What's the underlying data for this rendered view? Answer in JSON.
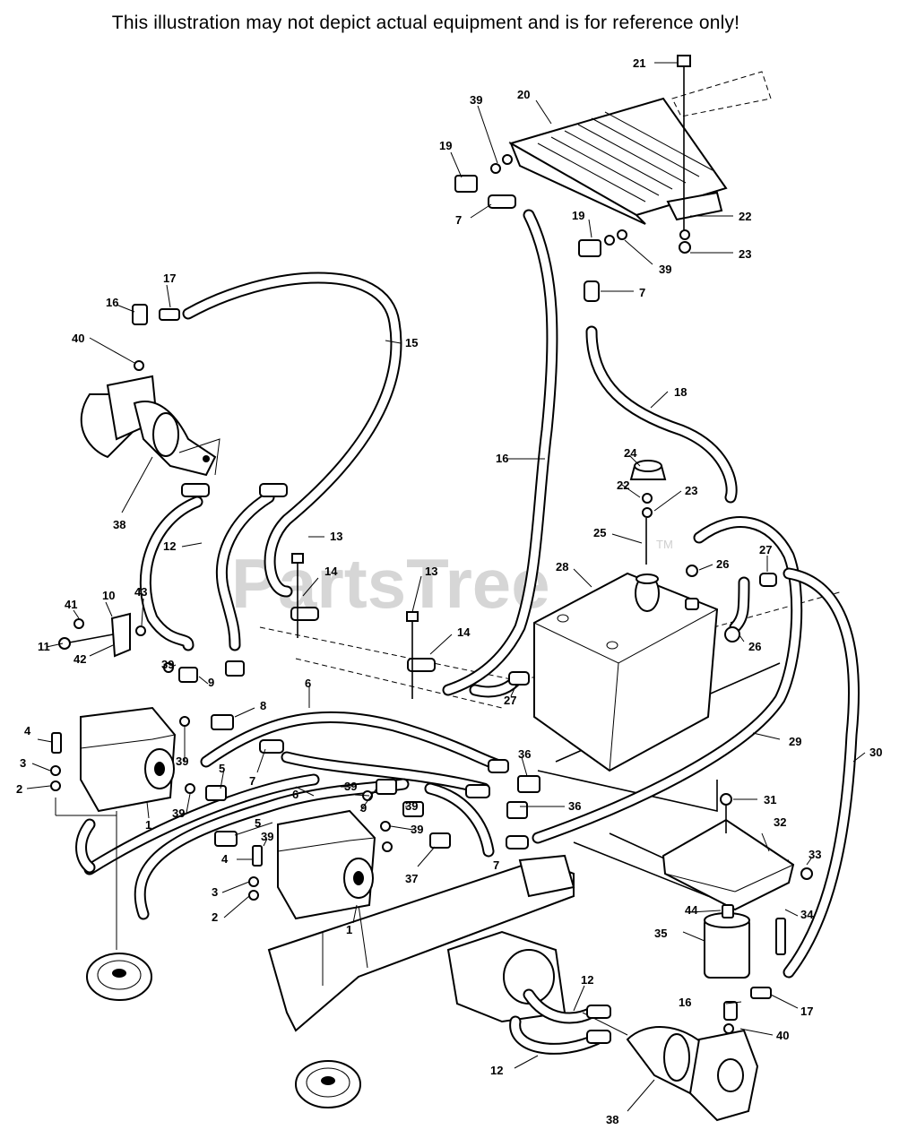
{
  "disclaimer": "This illustration may not depict actual equipment and is for reference only!",
  "watermark": {
    "text": "PartsTree",
    "tm": "TM"
  },
  "callouts": {
    "c1": "1",
    "c2": "2",
    "c3": "3",
    "c4": "4",
    "c5": "5",
    "c6": "6",
    "c7": "7",
    "c8": "8",
    "c9": "9",
    "c10": "10",
    "c11": "11",
    "c12": "12",
    "c13": "13",
    "c14": "14",
    "c15": "15",
    "c16": "16",
    "c17": "17",
    "c18": "18",
    "c19": "19",
    "c20": "20",
    "c21": "21",
    "c22": "22",
    "c23": "23",
    "c24": "24",
    "c25": "25",
    "c26": "26",
    "c27": "27",
    "c28": "28",
    "c29": "29",
    "c30": "30",
    "c31": "31",
    "c32": "32",
    "c33": "33",
    "c34": "34",
    "c35": "35",
    "c36": "36",
    "c37": "37",
    "c38": "38",
    "c39": "39",
    "c40": "40",
    "c41": "41",
    "c42": "42",
    "c43": "43",
    "c44": "44"
  }
}
